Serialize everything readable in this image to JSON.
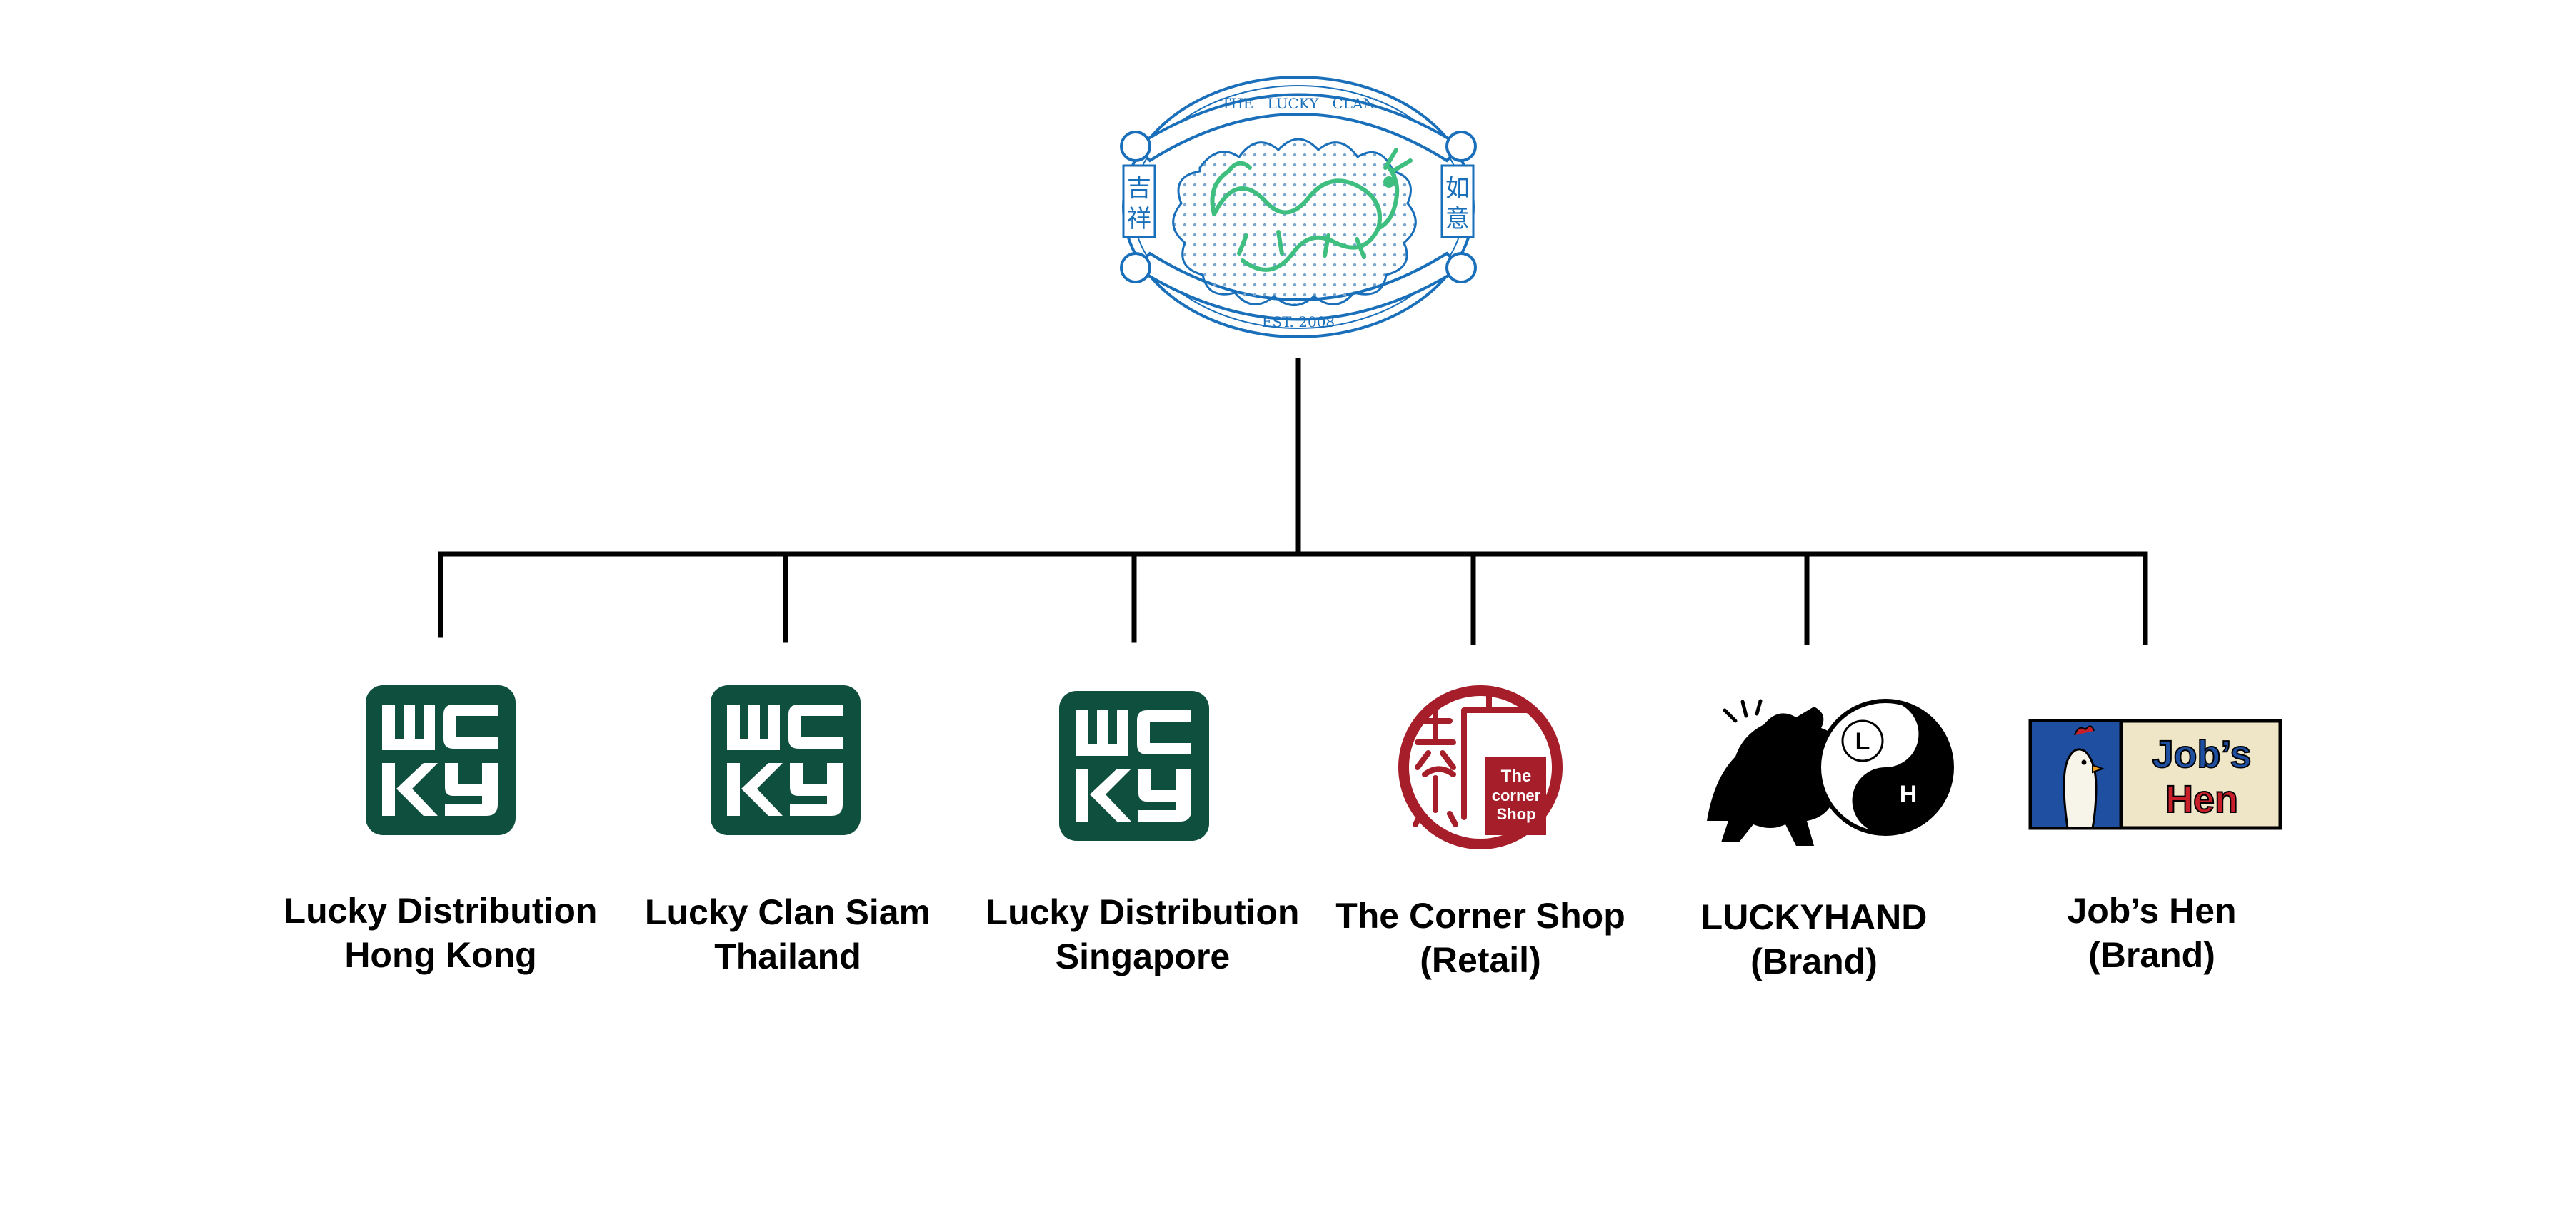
{
  "root": {
    "arc_text": "THE   LUCKY   CLAN",
    "left_chars": [
      "吉",
      "祥"
    ],
    "right_chars": [
      "如",
      "意"
    ],
    "est_text": "EST. 2008",
    "colors": {
      "blue": "#1a6fba",
      "green": "#3fbf7f",
      "dot": "#7aa7cf"
    }
  },
  "children": [
    {
      "logo": "lucky",
      "line1": "Lucky Distribution",
      "line2": "Hong Kong",
      "logo_text": "LUCKY"
    },
    {
      "logo": "lucky",
      "line1": "Lucky Clan Siam",
      "line2": "Thailand",
      "logo_text": "LUCKY"
    },
    {
      "logo": "lucky",
      "line1": "Lucky Distribution",
      "line2": "Singapore",
      "logo_text": "LUCKY"
    },
    {
      "logo": "corner",
      "line1": "The Corner Shop",
      "line2": "(Retail)",
      "logo_text": "杂货店 The corner Shop"
    },
    {
      "logo": "luckyhand",
      "line1": "LUCKYHAND",
      "line2": "(Brand)",
      "logo_text": "L H"
    },
    {
      "logo": "jobshen",
      "line1": "Job’s Hen",
      "line2": "(Brand)",
      "logo_text": "Job’s Hen"
    }
  ],
  "colors": {
    "lucky_green": "#0f4f3e",
    "corner_red": "#a61e2a",
    "jobs_blue": "#1f4fa0",
    "jobs_cream": "#efe6c8",
    "jobs_red": "#c8202b"
  }
}
